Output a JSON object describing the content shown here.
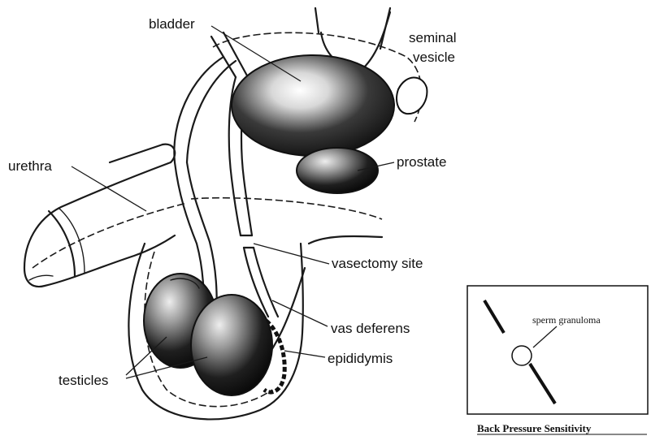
{
  "labels": {
    "bladder": "bladder",
    "seminal_vesicle_line1": "seminal",
    "seminal_vesicle_line2": "vesicle",
    "prostate": "prostate",
    "urethra": "urethra",
    "vasectomy_site": "vasectomy site",
    "vas_deferens": "vas deferens",
    "epididymis": "epididymis",
    "testicles": "testicles"
  },
  "inset": {
    "label": "sperm granuloma",
    "caption": "Back Pressure Sensitivity"
  },
  "colors": {
    "ink": "#1a1a1a",
    "organ_fill": "#1e1e1e",
    "background": "#ffffff"
  }
}
